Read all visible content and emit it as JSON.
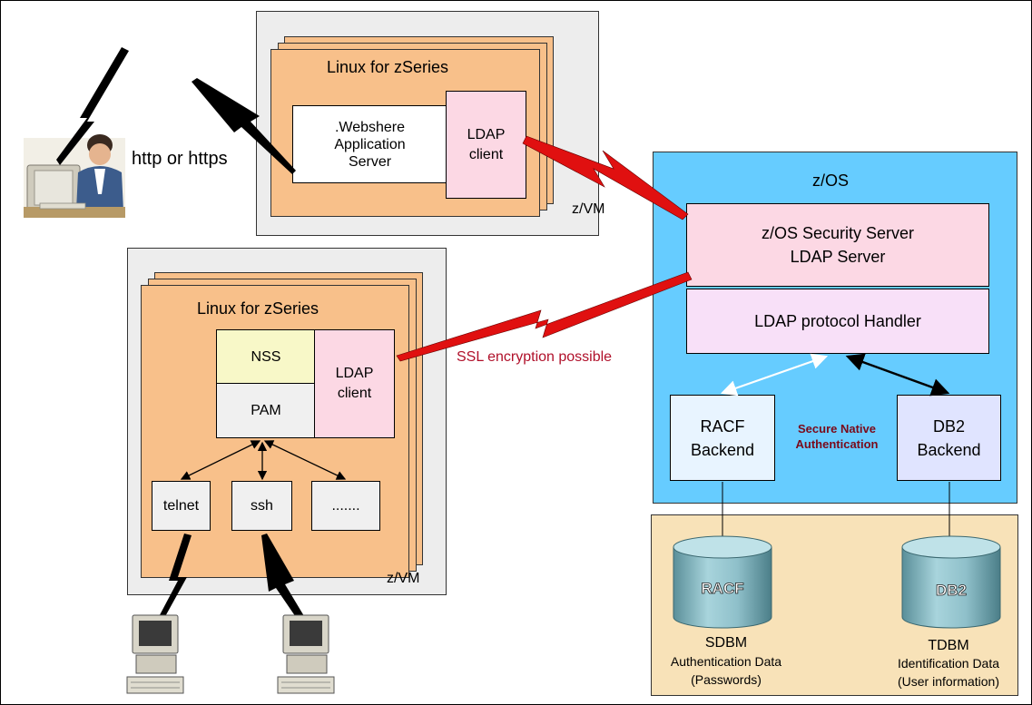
{
  "top_group": {
    "linux_title": "Linux for zSeries",
    "was_label": ".Webshere\nApplication\nServer",
    "ldap_client": "LDAP\nclient",
    "zvm_label": "z/VM"
  },
  "bottom_group": {
    "linux_title": "Linux for zSeries",
    "nss": "NSS",
    "pam": "PAM",
    "ldap_client": "LDAP\nclient",
    "telnet": "telnet",
    "ssh": "ssh",
    "more": ".......",
    "zvm_label": "z/VM"
  },
  "user": {
    "protocol": "http or https"
  },
  "zos": {
    "title": "z/OS",
    "security_server": "z/OS Security Server\nLDAP Server",
    "protocol_handler": "LDAP protocol Handler",
    "racf_backend": "RACF\nBackend",
    "db2_backend": "DB2\nBackend",
    "secure_auth": "Secure Native\nAuthentication"
  },
  "ssl_note": "SSL encryption possible",
  "storage": {
    "racf_db": "RACF",
    "db2_db": "DB2",
    "sdbm_title": "SDBM",
    "sdbm_desc": "Authentication Data\n(Passwords)",
    "tdbm_title": "TDBM",
    "tdbm_desc": "Identification  Data\n(User information)"
  },
  "colors": {
    "linux_orange": "#f8c08a",
    "zvm_gray": "#ededed",
    "zos_blue": "#66ccff",
    "ldap_pink": "#fcd8e4",
    "storage_tan": "#f8e2b8",
    "ssl_red": "#b0102a"
  }
}
